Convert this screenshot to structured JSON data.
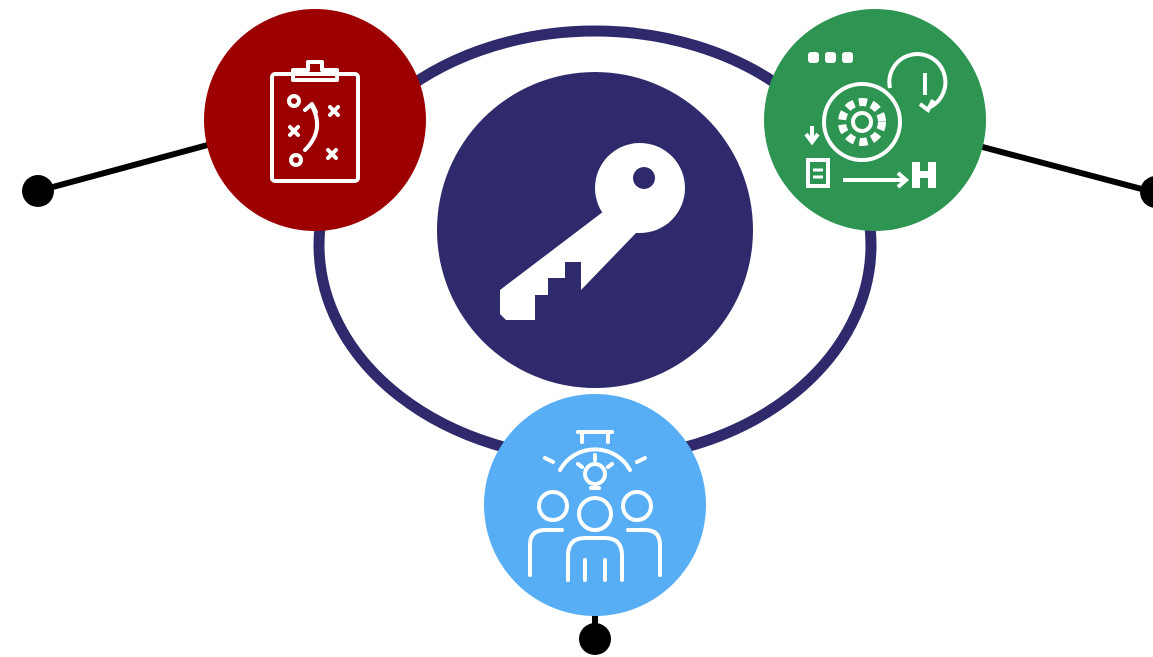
{
  "colors": {
    "background": "#ffffff",
    "ring": "#2f2a6b",
    "center_node": "#2f2a6b",
    "strategy_node": "#9c0000",
    "process_node": "#2e9452",
    "team_node": "#58aef5",
    "connector": "#000000",
    "icon_stroke": "#ffffff"
  },
  "nodes": [
    {
      "id": "center",
      "icon": "key-icon"
    },
    {
      "id": "top-left",
      "icon": "strategy-clipboard-icon"
    },
    {
      "id": "top-right",
      "icon": "agile-process-icon"
    },
    {
      "id": "bottom",
      "icon": "team-idea-icon"
    }
  ]
}
